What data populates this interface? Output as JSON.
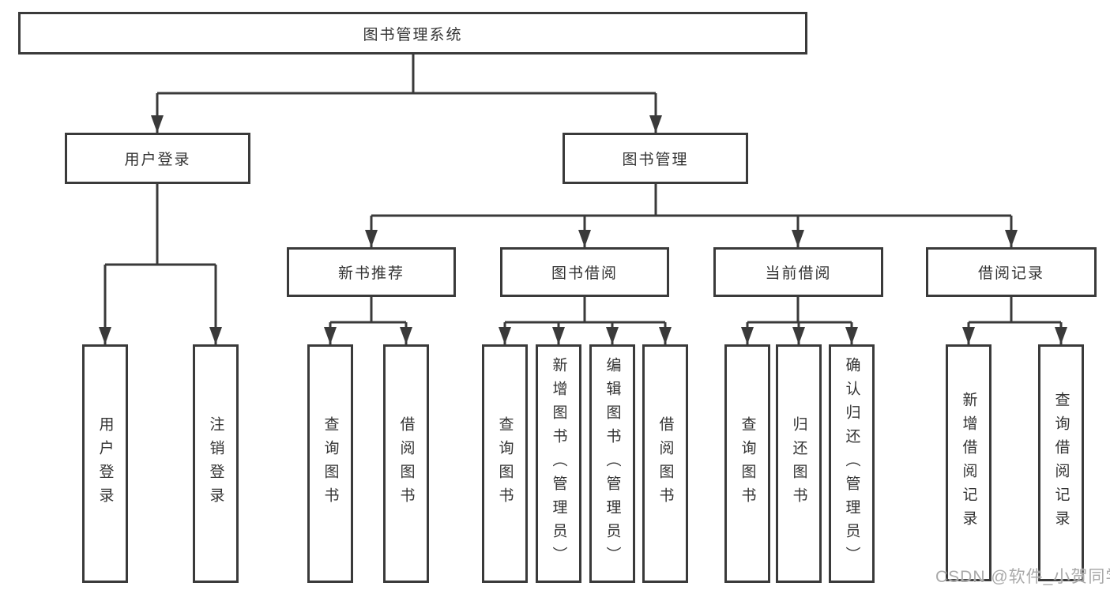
{
  "diagram": {
    "title": "图书管理系统",
    "watermark": "CSDN @软件_小贺同学",
    "colors": {
      "line": "#3a3a3a",
      "border": "#3a3a3a",
      "text": "#333333",
      "watermark": "#a9a9a9",
      "background": "#ffffff"
    },
    "nodes": {
      "root": "图书管理系统",
      "user_login": "用户登录",
      "book_mgmt": "图书管理",
      "new_book_rec": "新书推荐",
      "book_borrow": "图书借阅",
      "current_borrow": "当前借阅",
      "borrow_record": "借阅记录",
      "ul_login": "用户登录",
      "ul_logout": "注销登录",
      "nb_query": "查询图书",
      "nb_borrow": "借阅图书",
      "bb_query": "查询图书",
      "bb_add": "新增图书（管理员）",
      "bb_edit": "编辑图书（管理员）",
      "bb_borrow": "借阅图书",
      "cb_query": "查询图书",
      "cb_return": "归还图书",
      "cb_confirm": "确认归还（管理员）",
      "br_add": "新增借阅记录",
      "br_query": "查询借阅记录"
    },
    "structure_note": "org-chart"
  }
}
